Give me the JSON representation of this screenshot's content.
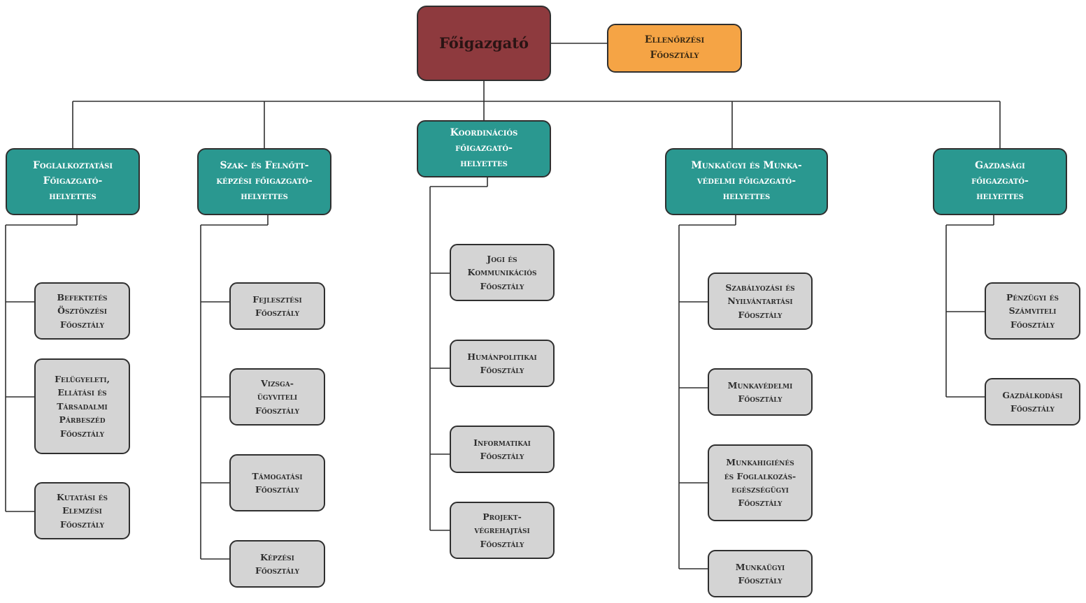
{
  "root": {
    "label": "Főigazgató"
  },
  "control": {
    "label": "Ellenőrzési\nFőosztály"
  },
  "branches": [
    {
      "label": "Foglalkoztatási\nFőigazgató-\nhelyettes",
      "departments": [
        "Befektetés\nÖsztönzési\nFőosztály",
        "Felügyeleti,\nEllátási és\nTársadalmi\nPárbeszéd\nFőosztály",
        "Kutatási és\nElemzési\nFőosztály"
      ]
    },
    {
      "label": "Szak- és Felnőtt-\nképzési főigazgató-\nhelyettes",
      "departments": [
        "Fejlesztési\nFőosztály",
        "Vizsga-\nügyviteli\nFőosztály",
        "Támogatási\nFőosztály",
        "Képzési\nFőosztály"
      ]
    },
    {
      "label": "Koordinációs\nfőigazgató-\nhelyettes",
      "departments": [
        "Jogi és\nKommunikációs\nFőosztály",
        "Humánpolitikai\nFőosztály",
        "Informatikai\nFőosztály",
        "Projekt-\nvégrehajtási\nFőosztály"
      ]
    },
    {
      "label": "Munkaügyi és Munka-\nvédelmi főigazgató-\nhelyettes",
      "departments": [
        "Szabályozási és\nNyilvántartási\nFőosztály",
        "Munkavédelmi\nFőosztály",
        "Munkahigiénés\nés Foglalkozás-\negészségügyi\nFőosztály",
        "Munkaügyi\nFőosztály"
      ]
    },
    {
      "label": "Gazdasági\nfőigazgató-\nhelyettes",
      "departments": [
        "Pénzügyi és\nSzámviteli\nFőosztály",
        "Gazdálkodási\nFőosztály"
      ]
    }
  ],
  "colors": {
    "root": "#8e3a3e",
    "control": "#f5a445",
    "deputy": "#2a9890",
    "department": "#d4d4d4",
    "connector": "#2f2f2f"
  }
}
